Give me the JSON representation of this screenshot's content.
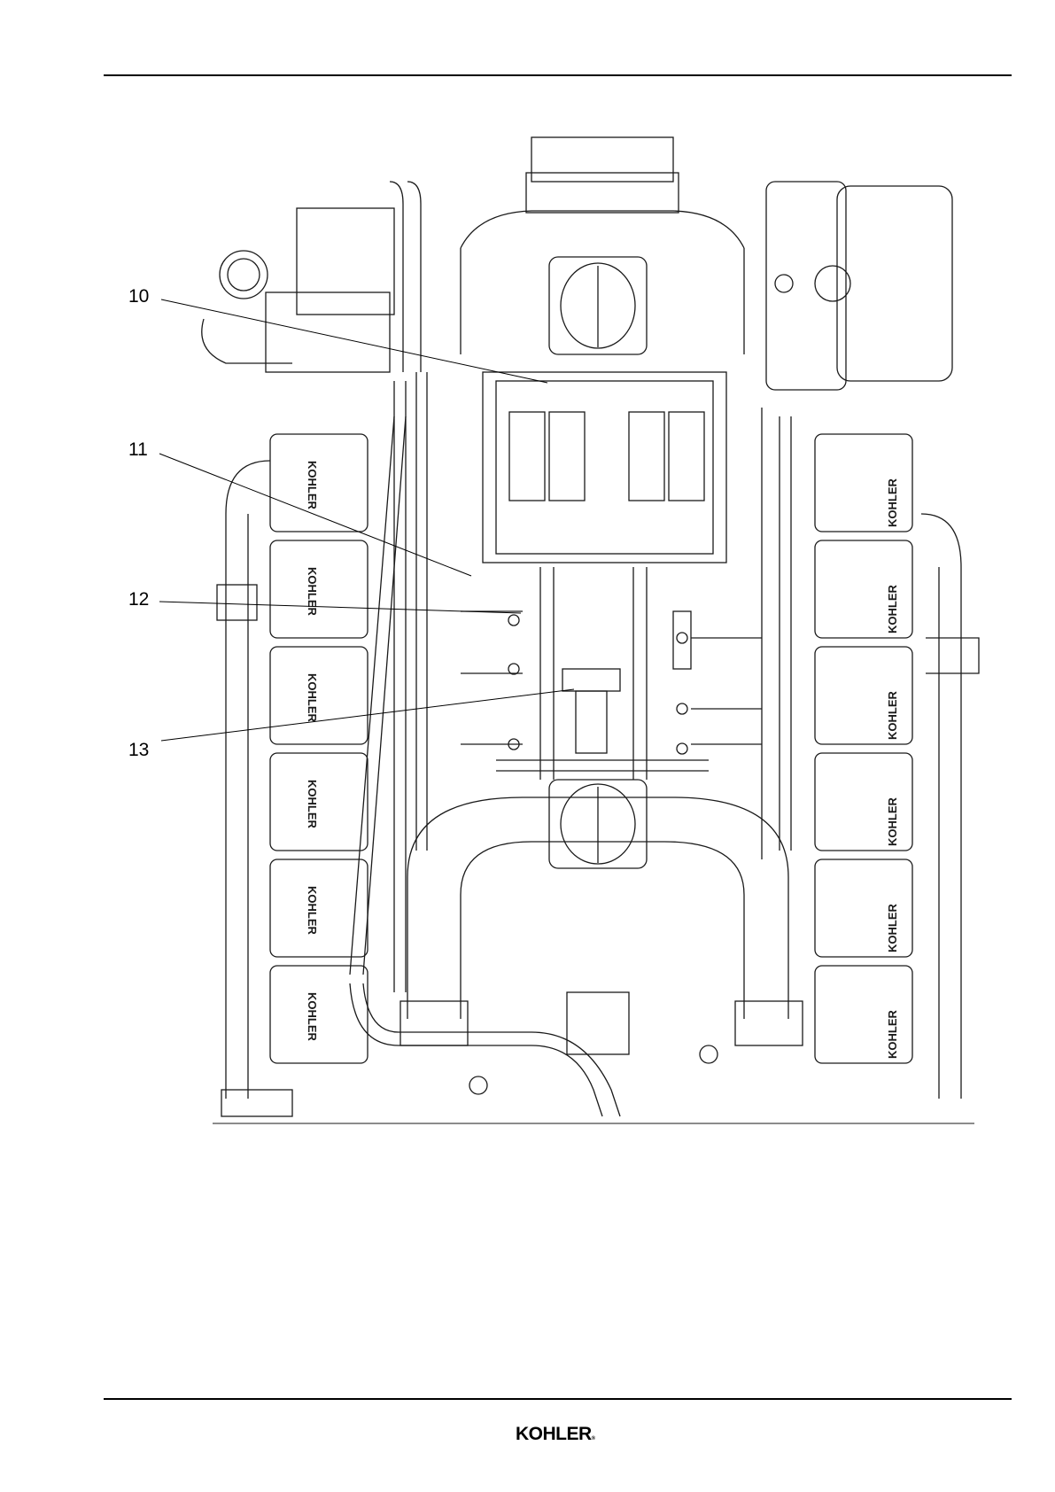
{
  "callouts": {
    "c10": "10",
    "c11": "11",
    "c12": "12",
    "c13": "13"
  },
  "footer": {
    "brand": "KOHLER",
    "brand_mark": "®"
  },
  "decor_labels": {
    "head_brand": "KOHLER"
  }
}
